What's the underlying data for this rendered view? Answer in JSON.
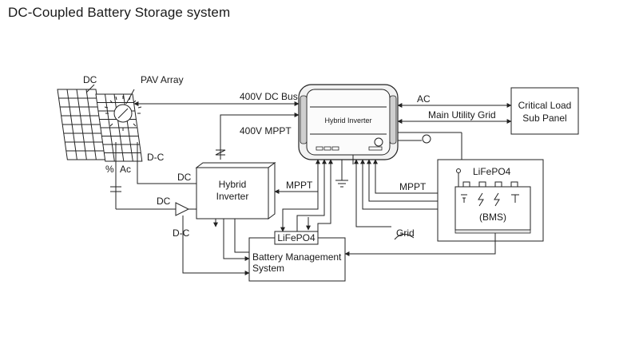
{
  "title": "DC-Coupled Battery Storage system",
  "labels": {
    "dc_top": "DC",
    "pav_array": "PAV Array",
    "dc_bus": "400V DC Bus",
    "mppt_400v": "400V MPPT",
    "dc_coupler": "D-C",
    "percent": "%",
    "ac_small": "Ac",
    "dc_mid": "DC",
    "dc_low": "DC",
    "dc_coupler_low": "D-C",
    "mppt_mid": "MPPT",
    "mppt_right": "MPPT",
    "ac_right": "AC",
    "main_utility_grid": "Main Utility Grid",
    "grid": "Grid"
  },
  "hybrid_inverter_main": {
    "label": "Hybrid Inverter"
  },
  "hybrid_inverter_small": {
    "line1": "Hybrid",
    "line2": "Inverter"
  },
  "critical_load": {
    "line1": "Critical Load",
    "line2": "Sub Panel"
  },
  "battery_right": {
    "title": "LiFePO4",
    "bms": "(BMS)"
  },
  "bms_box": {
    "tag": "LiFePO4",
    "line1": "Battery Management",
    "line2": "System"
  },
  "colors": {
    "stroke": "#222222",
    "panel_fill": "#ffffff",
    "inverter_fill": "#f2f2f2"
  }
}
